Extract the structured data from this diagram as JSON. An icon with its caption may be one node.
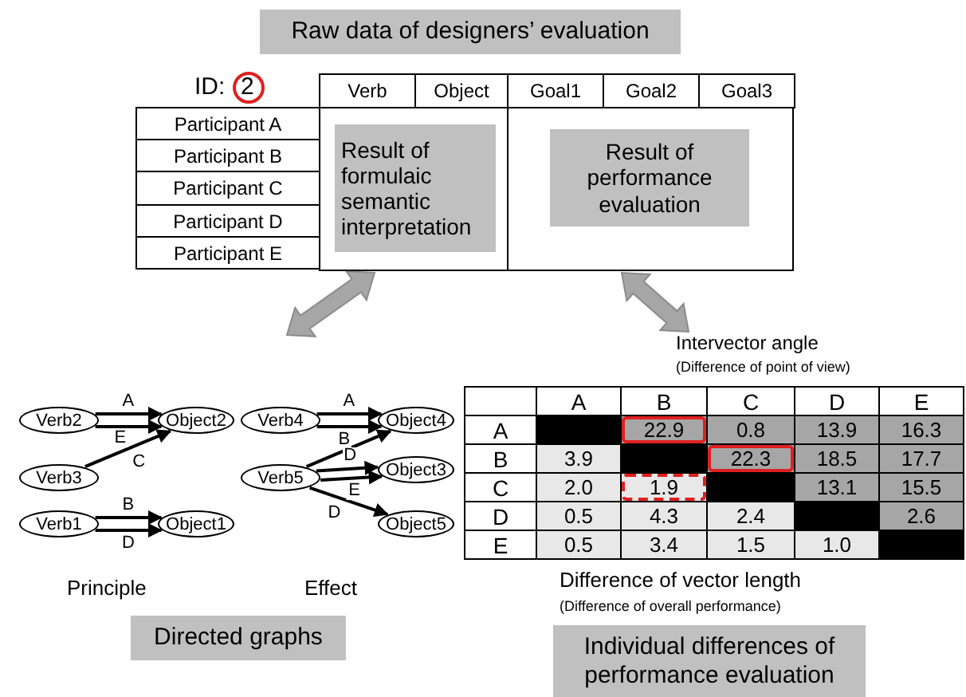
{
  "diagram": {
    "nodes": [
      {
        "text": [
          "Raw data of designers’ evaluation"
        ]
      },
      {
        "text": [
          "Result of formulaic semantic interpretation"
        ],
        "in": 0
      },
      {
        "text": [
          "Result of performance evaluation"
        ],
        "in": 0
      },
      {
        "text": [
          "Verb2"
        ]
      },
      {
        "text": [
          "Object2"
        ]
      },
      {
        "text": [
          "Verb4"
        ]
      },
      {
        "text": [
          "Object4"
        ]
      },
      {
        "text": [
          "Verb3"
        ]
      },
      {
        "text": [
          "Verb5"
        ]
      },
      {
        "text": [
          "Object3"
        ]
      },
      {
        "text": [
          "Object5"
        ]
      },
      {
        "text": [
          "Verb1"
        ]
      },
      {
        "text": [
          "Object1"
        ]
      }
    ],
    "edges": [
      {
        "from": 3,
        "to": 4,
        "arrow": "to",
        "label": "A"
      },
      {
        "from": 3,
        "to": 4,
        "arrow": "to",
        "label": "E"
      },
      {
        "from": 7,
        "to": 4,
        "arrow": "to",
        "label": "C"
      },
      {
        "from": 11,
        "to": 12,
        "arrow": "to",
        "label": "B"
      },
      {
        "from": 11,
        "to": 12,
        "arrow": "to",
        "label": "D"
      },
      {
        "from": 5,
        "to": 6,
        "arrow": "to",
        "label": "A"
      },
      {
        "from": 5,
        "to": 6,
        "arrow": "to",
        "label": "B"
      },
      {
        "from": 8,
        "to": 6,
        "arrow": "to"
      },
      {
        "from": 8,
        "to": 9,
        "arrow": "to",
        "label": "D"
      },
      {
        "from": 8,
        "to": 9,
        "arrow": "to",
        "label": "E"
      },
      {
        "from": 8,
        "to": 10,
        "arrow": "to",
        "label": "D"
      },
      {
        "from": 0,
        "to": null,
        "arrow": "both",
        "style": "thick",
        "color": "#a6a6a6"
      },
      {
        "from": 0,
        "to": null,
        "arrow": "both",
        "style": "thick",
        "color": "#a6a6a6"
      }
    ],
    "labels": [
      "ID:",
      "2",
      "Verb",
      "Object",
      "Goal1",
      "Goal2",
      "Goal3",
      "Participant A",
      "Participant B",
      "Participant C",
      "Participant D",
      "Participant E",
      "Principle",
      "Effect",
      "Directed graphs",
      "Intervector angle",
      "(Difference of point of view)",
      "A",
      "B",
      "C",
      "D",
      "E",
      "A",
      "22.9",
      "0.8",
      "13.9",
      "16.3",
      "B",
      "3.9",
      "22.3",
      "18.5",
      "17.7",
      "C",
      "2.0",
      "1.9",
      "13.1",
      "15.5",
      "D",
      "0.5",
      "4.3",
      "2.4",
      "2.6",
      "E",
      "0.5",
      "3.4",
      "1.5",
      "1.0",
      "Difference of vector length",
      "(Difference of overall performance)",
      "Individual differences of performance evaluation"
    ]
  }
}
